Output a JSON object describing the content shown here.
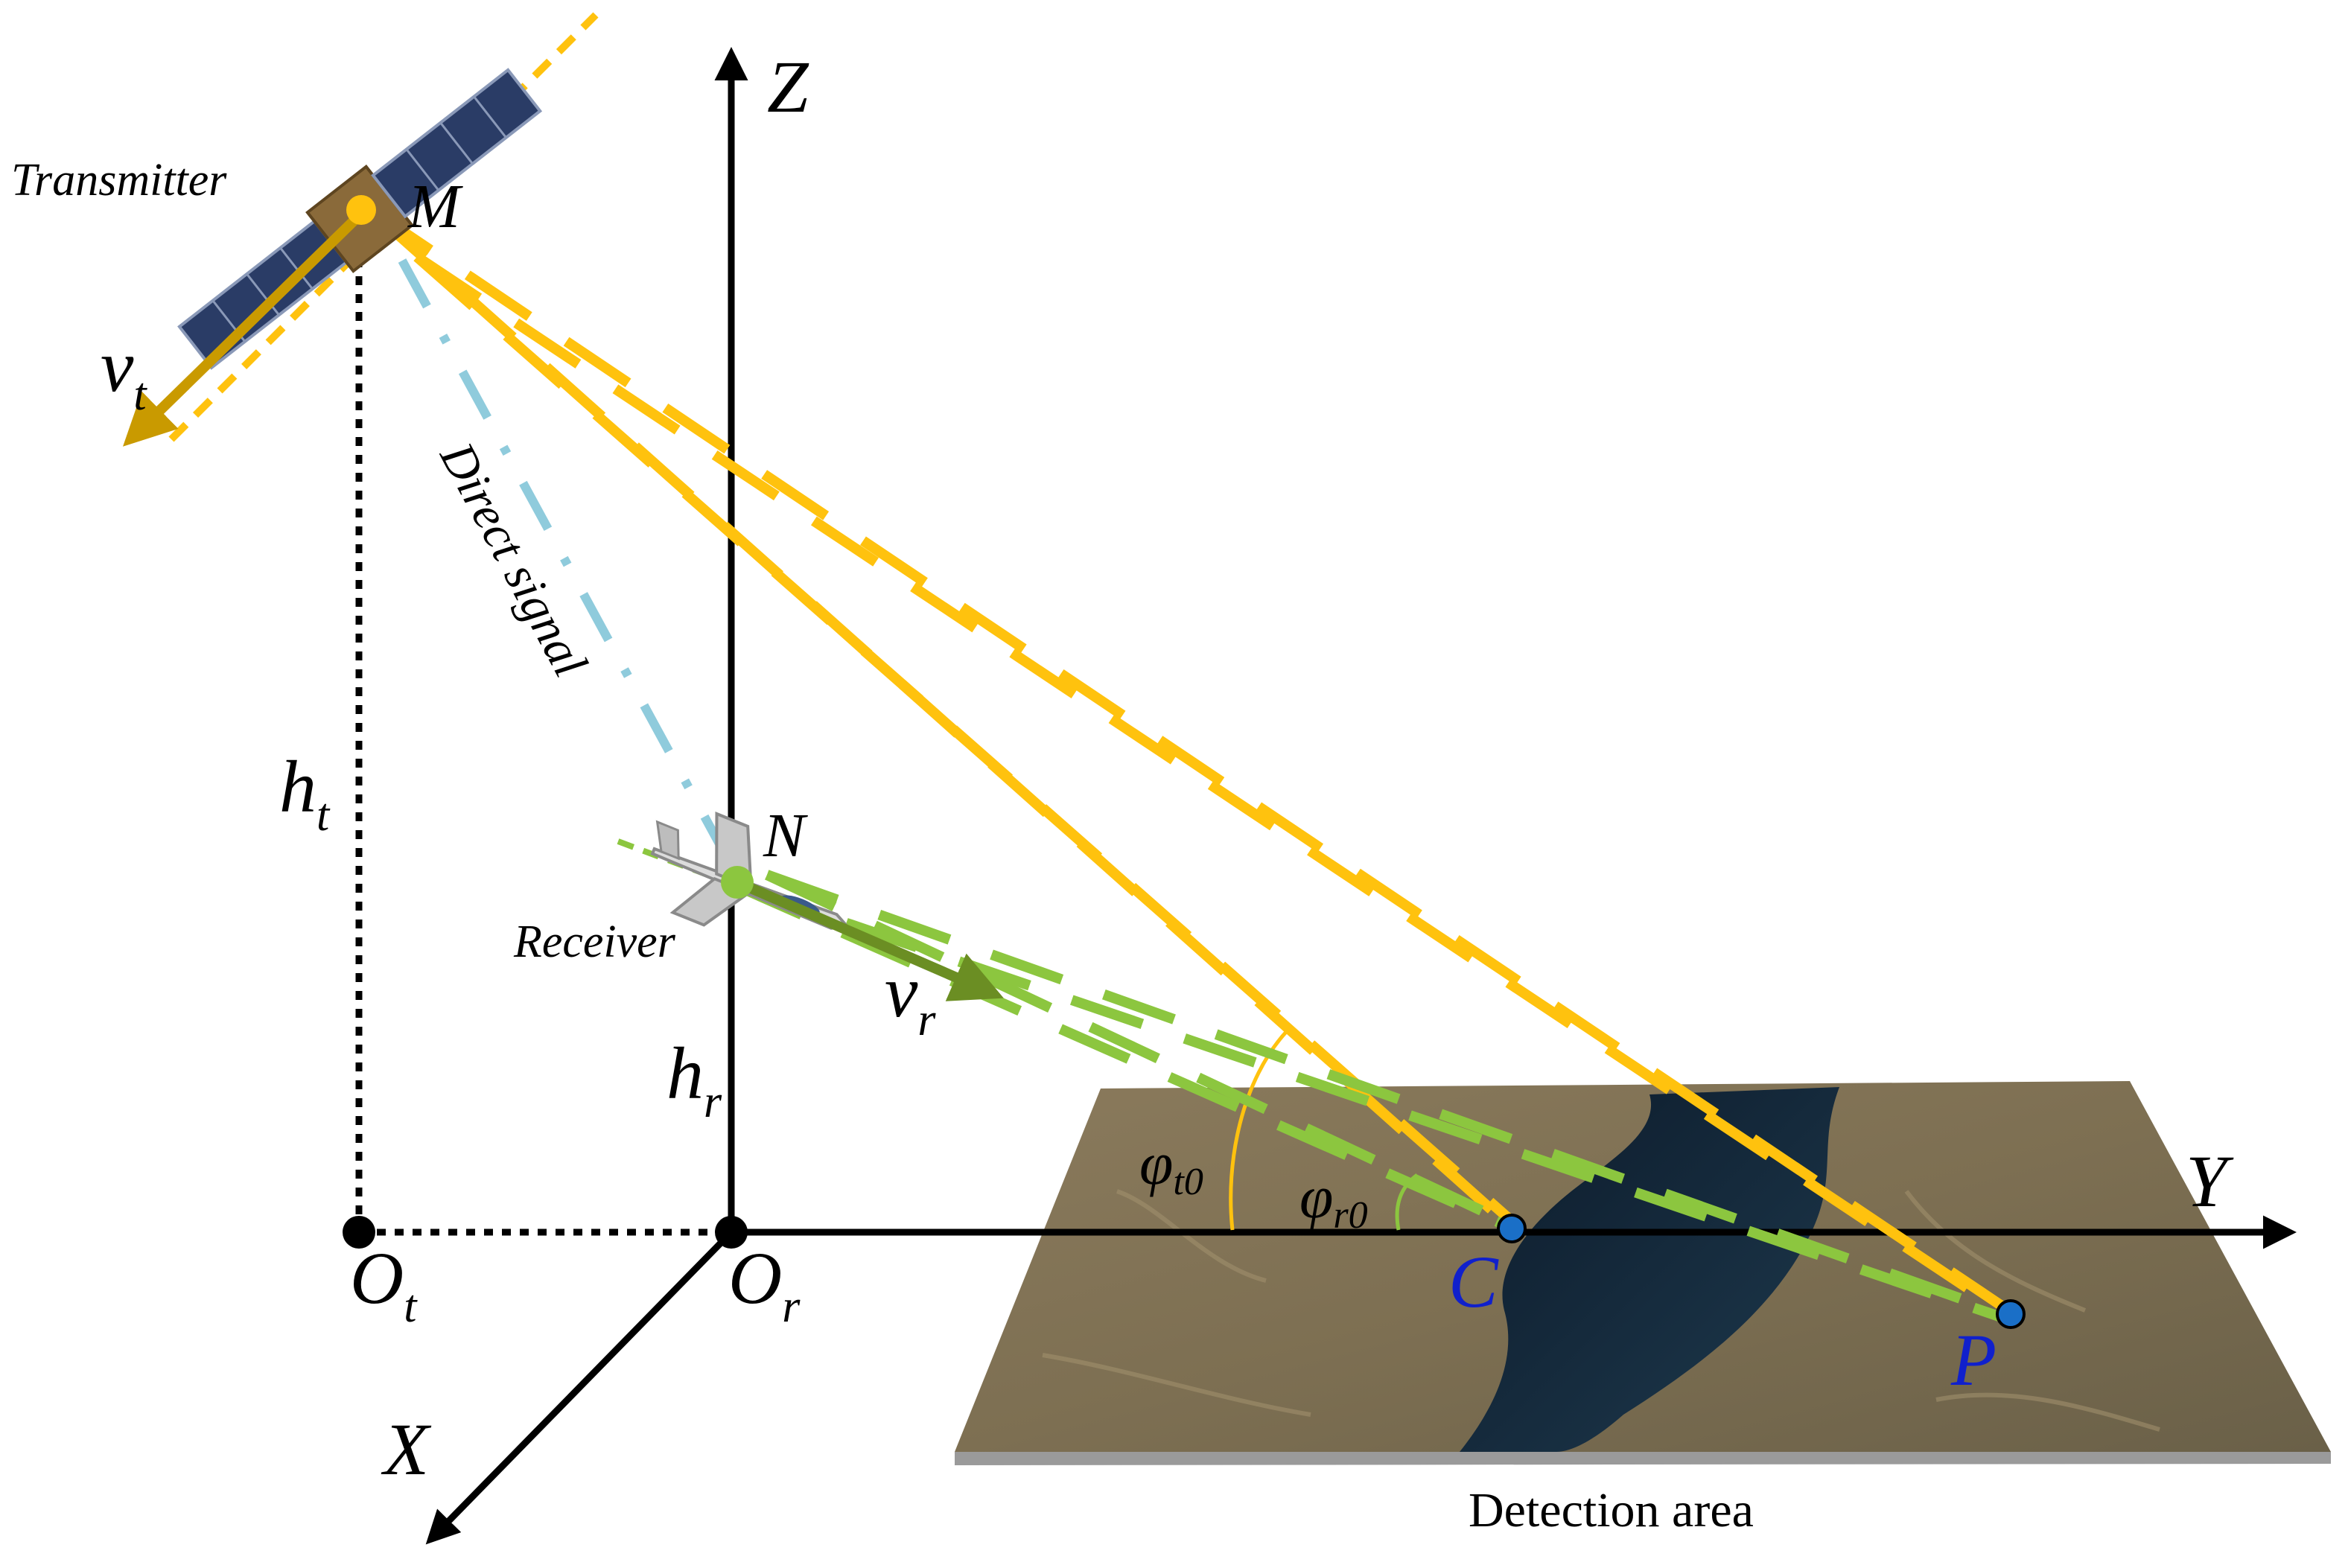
{
  "axes": {
    "z_label": "Z",
    "y_label": "Y",
    "x_label": "X"
  },
  "points": {
    "transmitter_point": "M",
    "receiver_point": "N",
    "origin_t": {
      "main": "O",
      "sub": "t"
    },
    "origin_r": {
      "main": "O",
      "sub": "r"
    },
    "scene_center": "C",
    "target": "P"
  },
  "labels": {
    "transmitter": "Transmitter",
    "receiver": "Receiver",
    "direct_signal": "Direct signal",
    "detection_area": "Detection area",
    "transmitter_velocity": {
      "main": "v",
      "sub": "t"
    },
    "receiver_velocity": {
      "main": "v",
      "sub": "r"
    },
    "transmitter_height": {
      "main": "h",
      "sub": "t"
    },
    "receiver_height": {
      "main": "h",
      "sub": "r"
    },
    "transmitter_angle": {
      "main": "φ",
      "sub": "t0"
    },
    "receiver_angle": {
      "main": "φ",
      "sub": "r0"
    }
  },
  "colors": {
    "transmit_beam": "#ffc20e",
    "receive_beam": "#8cc63f",
    "direct_signal": "#8fcbdc",
    "transmitter_velocity": "#c99a00",
    "receiver_velocity": "#6b8e23",
    "point_marker": "#1a6fc7",
    "point_label": "#1020cc",
    "axis": "#000000"
  }
}
